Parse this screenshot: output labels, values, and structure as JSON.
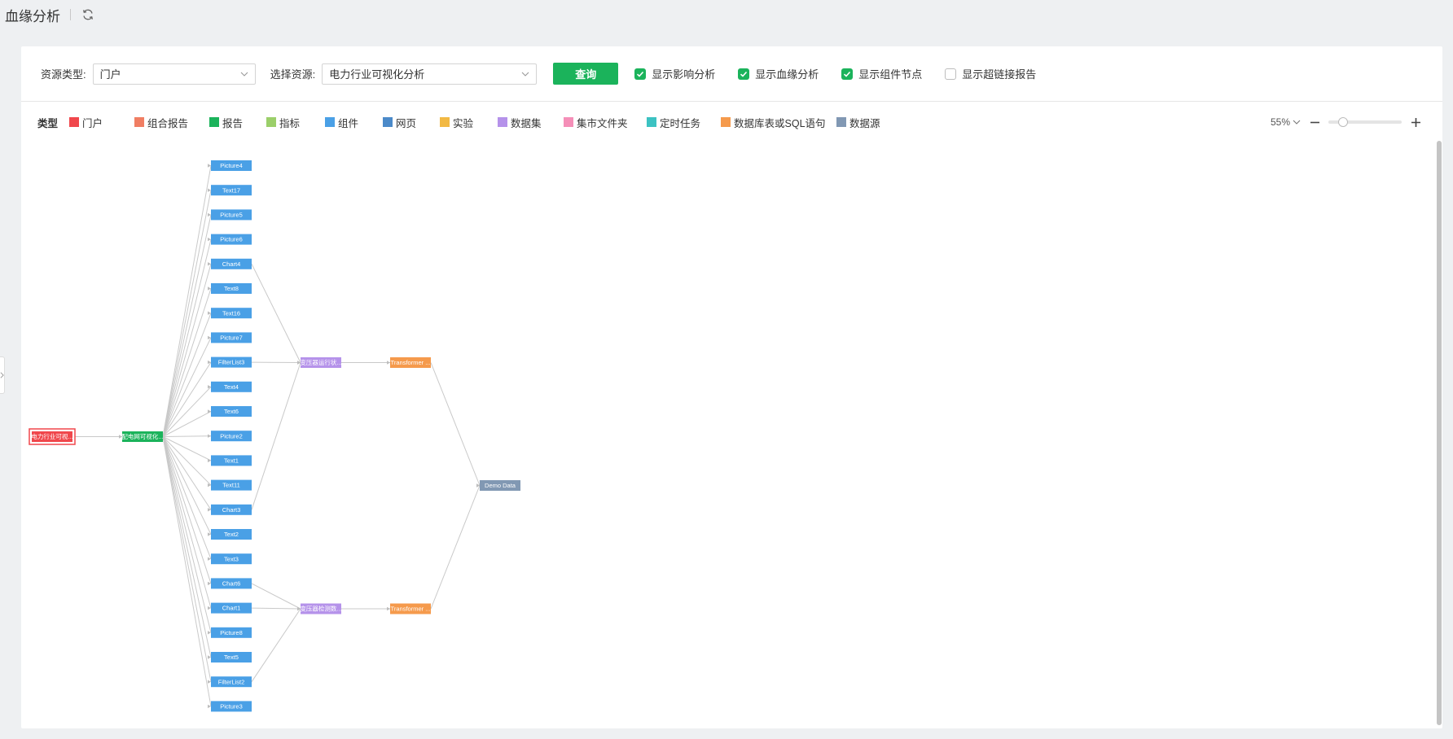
{
  "page": {
    "title": "血缘分析"
  },
  "filters": {
    "resource_type_label": "资源类型:",
    "resource_type_value": "门户",
    "resource_label": "选择资源:",
    "resource_value": "电力行业可视化分析",
    "query_label": "查询"
  },
  "options": [
    {
      "key": "impact",
      "label": "显示影响分析",
      "checked": true
    },
    {
      "key": "lineage",
      "label": "显示血缘分析",
      "checked": true
    },
    {
      "key": "component",
      "label": "显示组件节点",
      "checked": true
    },
    {
      "key": "hyperlink",
      "label": "显示超链接报告",
      "checked": false
    }
  ],
  "legend": {
    "title": "类型",
    "items": [
      {
        "label": "门户",
        "color": "#f0474c"
      },
      {
        "label": "组合报告",
        "color": "#f07e63"
      },
      {
        "label": "报告",
        "color": "#1bb35b"
      },
      {
        "label": "指标",
        "color": "#9bcf6a"
      },
      {
        "label": "组件",
        "color": "#4aa0e6"
      },
      {
        "label": "网页",
        "color": "#4b8ac9"
      },
      {
        "label": "实验",
        "color": "#f2b944"
      },
      {
        "label": "数据集",
        "color": "#b592ea"
      },
      {
        "label": "集市文件夹",
        "color": "#f58fb8"
      },
      {
        "label": "定时任务",
        "color": "#3cc2c2"
      },
      {
        "label": "数据库表或SQL语句",
        "color": "#f59a4c"
      },
      {
        "label": "数据源",
        "color": "#8198b3"
      }
    ]
  },
  "zoom": {
    "label": "55%",
    "level_fraction": 0.2
  },
  "graph": {
    "portal": {
      "label": "电力行业可视..."
    },
    "report": {
      "label": "配电网可视化..."
    },
    "components": [
      {
        "label": "Picture4"
      },
      {
        "label": "Text17"
      },
      {
        "label": "Picture5"
      },
      {
        "label": "Picture6"
      },
      {
        "label": "Chart4"
      },
      {
        "label": "Text8"
      },
      {
        "label": "Text16"
      },
      {
        "label": "Picture7"
      },
      {
        "label": "FilterList3"
      },
      {
        "label": "Text4"
      },
      {
        "label": "Text6"
      },
      {
        "label": "Picture2"
      },
      {
        "label": "Text1"
      },
      {
        "label": "Text11"
      },
      {
        "label": "Chart3"
      },
      {
        "label": "Text2"
      },
      {
        "label": "Text3"
      },
      {
        "label": "Chart6"
      },
      {
        "label": "Chart1"
      },
      {
        "label": "Picture8"
      },
      {
        "label": "Text5"
      },
      {
        "label": "FilterList2"
      },
      {
        "label": "Picture3"
      }
    ],
    "datasets": [
      {
        "label": "变压器运行状...",
        "sources": [
          "Chart4",
          "FilterList3",
          "Chart3"
        ]
      },
      {
        "label": "变压器检测数...",
        "sources": [
          "Chart6",
          "Chart1",
          "FilterList2"
        ]
      }
    ],
    "tables": [
      {
        "label": "Transformer ..."
      },
      {
        "label": "Transformer ..."
      }
    ],
    "datasource": {
      "label": "Demo Data"
    }
  }
}
